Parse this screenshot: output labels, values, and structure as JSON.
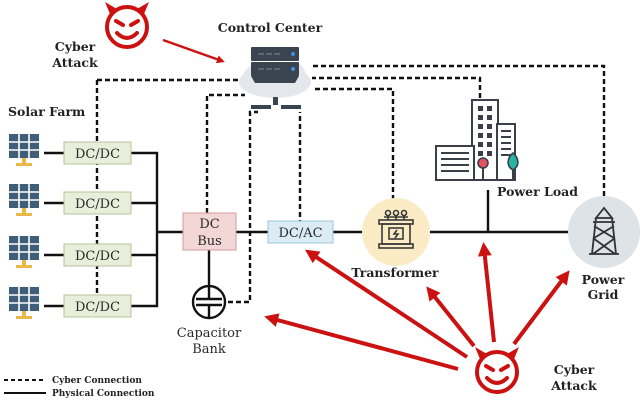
{
  "colors": {
    "attack_red": "#cc1111",
    "dcdc_fill": "#e8eed9",
    "dcdc_stroke": "#b5c39a",
    "dcbus_fill": "#f3d6d6",
    "dcbus_stroke": "#d49b9b",
    "dcac_fill": "#dcecf5",
    "dcac_stroke": "#9cc4d8",
    "transformer_bg": "#fbebc4",
    "grid_bg": "#dde3e6",
    "panel_blue": "#3f5f78",
    "panel_stand": "#e8b84a",
    "cloud": "#e4e8ec",
    "server": "#3a4450",
    "building": "#3a3f48",
    "tree_red": "#e0525e",
    "tree_teal": "#2bb3a3"
  },
  "labels": {
    "cyber_attack_top": [
      "Cyber",
      "Attack"
    ],
    "control_center": "Control Center",
    "solar_farm": "Solar Farm",
    "dc_dc": [
      "DC/DC",
      "DC/DC",
      "DC/DC",
      "DC/DC"
    ],
    "dc_bus": [
      "DC",
      "Bus"
    ],
    "dc_ac": "DC/AC",
    "transformer": "Transformer",
    "power_load": "Power Load",
    "power_grid": [
      "Power",
      "Grid"
    ],
    "capacitor_bank": [
      "Capacitor",
      "Bank"
    ],
    "cyber_attack_bottom": [
      "Cyber",
      "Attack"
    ]
  },
  "legend": {
    "cyber": "Cyber Connection",
    "physical": "Physical Connection"
  },
  "icons": {
    "devil_top": "devil-face-icon",
    "devil_bottom": "devil-face-icon",
    "server": "server-cloud-icon",
    "solar_panel": "solar-panel-icon",
    "building": "city-building-icon",
    "transformer": "transformer-icon",
    "tower": "transmission-tower-icon",
    "capacitor": "capacitor-icon"
  }
}
